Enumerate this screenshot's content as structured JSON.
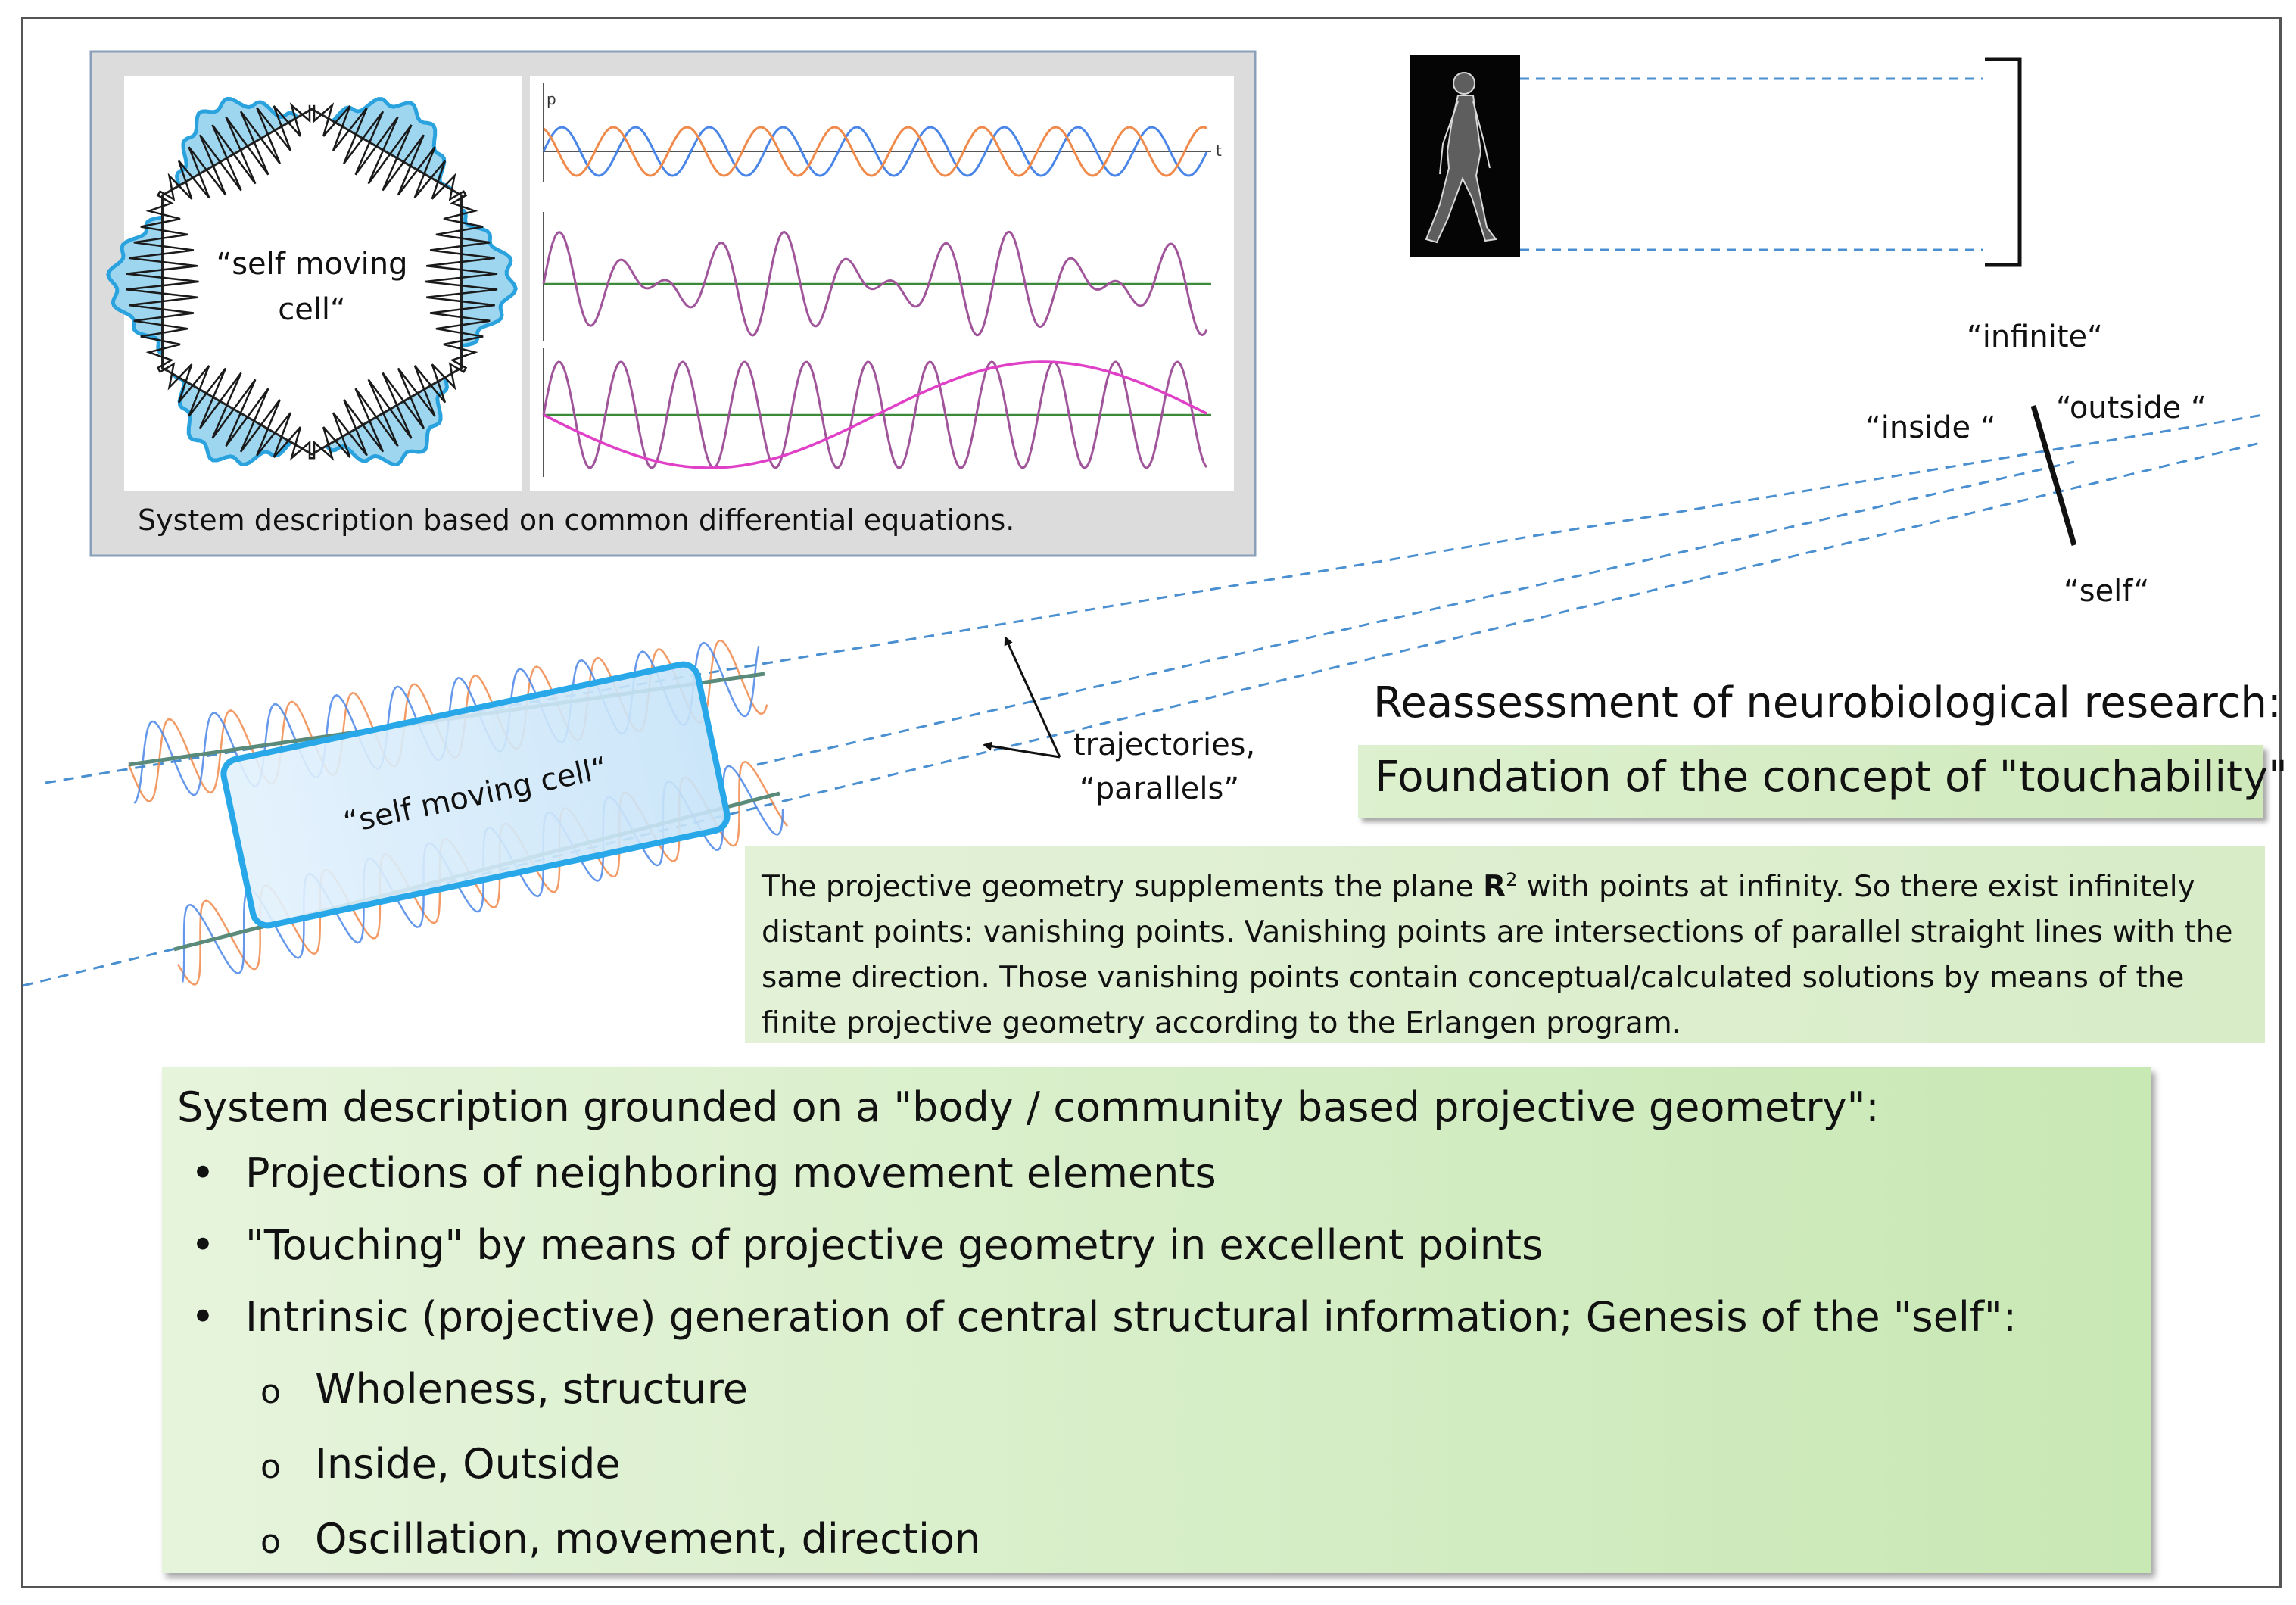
{
  "inset": {
    "caption": "System description based on common differential equations.",
    "cell_label": "“self moving cell“",
    "axis_p": "p",
    "axis_t": "t"
  },
  "projection": {
    "infinite": "“infinite“",
    "inside": "“inside “",
    "outside": "“outside “",
    "self": "“self“"
  },
  "cell": {
    "label": "“self moving cell“"
  },
  "trajectories": {
    "line1": "trajectories,",
    "line2": "“parallels”"
  },
  "heading": {
    "line1": "Reassessment of neurobiological research:",
    "line2": "Foundation of the concept of \"touchability\""
  },
  "projective": {
    "pre": "The projective geometry supplements the plane ",
    "plane_symbol": "R",
    "plane_exp": "2",
    "post": " with points at infinity. So there exist infinitely distant points: vanishing points. Vanishing points are intersections of parallel straight lines with the same direction. Those vanishing points contain conceptual/calculated solutions by means of the finite projective geometry according to the Erlangen program."
  },
  "system": {
    "title": "System description grounded on a \"body / community based projective geometry\":",
    "bullet_mark": "•",
    "sub_mark": "o",
    "bullets": [
      "Projections of neighboring movement elements",
      "\"Touching\" by means of projective geometry in excellent points",
      "Intrinsic (projective) generation of central structural information; Genesis of the \"self\":"
    ],
    "sub_bullets": [
      "Wholeness, structure",
      "Inside, Outside",
      "Oscillation, movement, direction"
    ]
  },
  "colors": {
    "wave_blue": "#4a86e8",
    "wave_orange": "#f08a4b",
    "wave_purple": "#a0559a",
    "envelope_magenta": "#e040c8",
    "cell_blue": "#28a8e8",
    "cell_fill": "#d6ecfb",
    "dashed": "#4a8fd0",
    "panel_bg": "#dcdcdc",
    "green_box": "#d4ecc4"
  },
  "icons": {
    "walking": "walking-human-figure-icon"
  }
}
